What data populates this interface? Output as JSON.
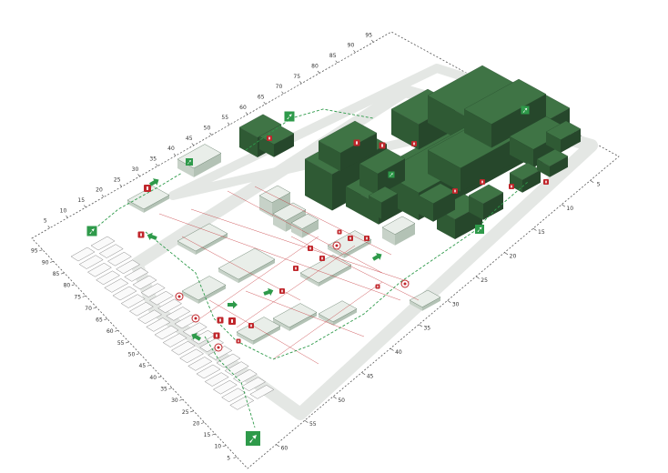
{
  "scale_labels": {
    "front": [
      "5",
      "10",
      "15",
      "20",
      "25",
      "30",
      "35",
      "40",
      "45",
      "50",
      "55",
      "60",
      "65",
      "70",
      "75",
      "80",
      "85",
      "90",
      "95"
    ],
    "left": [
      "5",
      "10",
      "15",
      "20",
      "25",
      "30",
      "35",
      "40",
      "45",
      "50",
      "55",
      "60",
      "65",
      "70",
      "75",
      "80",
      "85",
      "90",
      "95"
    ],
    "right": [
      "5",
      "10",
      "15",
      "20",
      "25",
      "30",
      "35",
      "40",
      "45",
      "50",
      "55",
      "60"
    ]
  },
  "colors": {
    "building_dark": "#2f5a34",
    "building_mid": "#3f7445",
    "building_light": "#7fa784",
    "exit_green": "#2e9a4a",
    "fire_red": "#c0262b",
    "road": "#e4e7e4",
    "evac_path": "#2e9a4a",
    "pipe_red": "#c0262b",
    "outline": "#8a8a8a"
  },
  "icons": {
    "exit": "emergency-exit-icon",
    "extinguisher": "fire-extinguisher-icon",
    "hydrant": "fire-hydrant-icon",
    "evac_arrow": "evacuation-arrow-icon"
  }
}
